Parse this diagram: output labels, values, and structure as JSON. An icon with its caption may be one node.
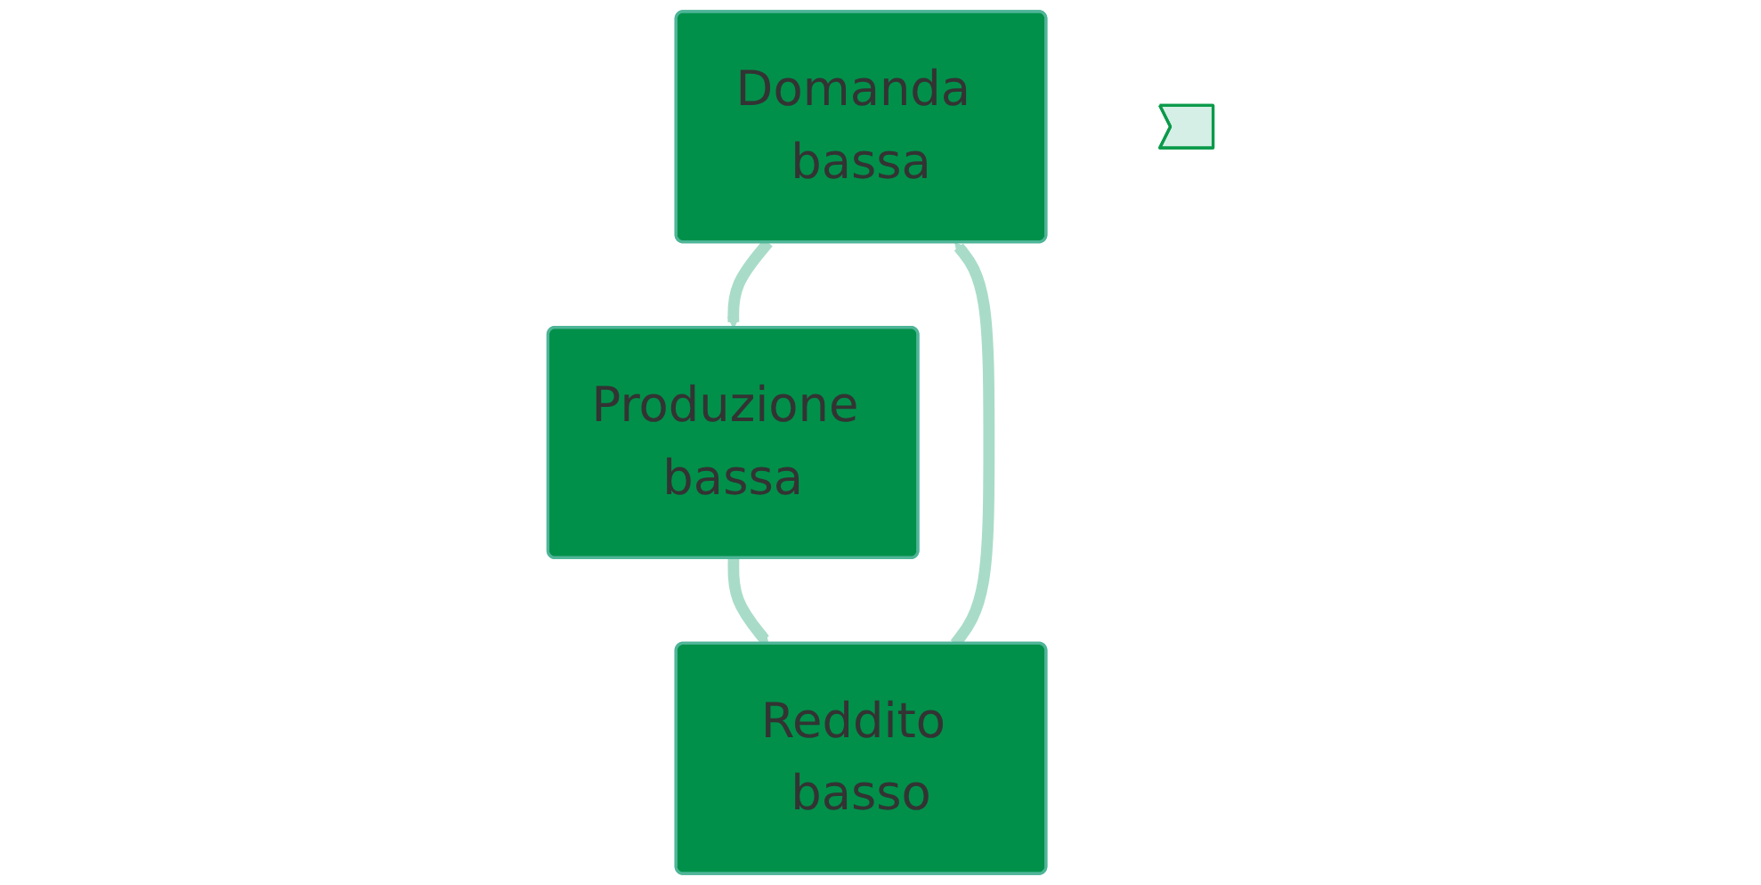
{
  "diagram": {
    "nodes": [
      {
        "text": [
          "Domanda bassa"
        ]
      },
      {
        "text": [
          "Produzione bassa"
        ]
      },
      {
        "text": [
          "Reddito basso"
        ]
      },
      {
        "text": [],
        "shape": "arrow"
      }
    ],
    "edges": [
      {
        "from": 0,
        "to": 1,
        "arrow": "to"
      },
      {
        "from": 1,
        "to": 2,
        "arrow": "to"
      },
      {
        "from": 2,
        "to": 0,
        "arrow": "to"
      }
    ]
  }
}
